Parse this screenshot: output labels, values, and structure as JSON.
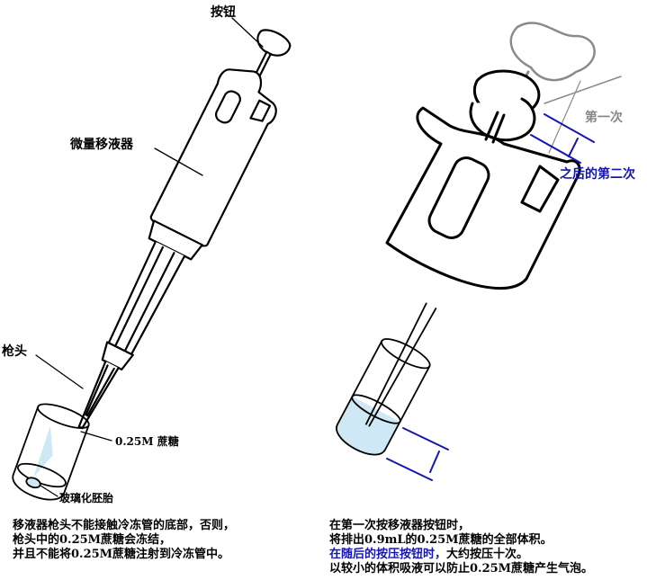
{
  "labels": {
    "button": "按钮",
    "micropipette": "微量移液器",
    "tip": "枪头",
    "sucrose": "0.25M 蔗糖",
    "embryo": "玻璃化胚胎",
    "first": "第一次",
    "second": "之后的第二次"
  },
  "captions": {
    "left": [
      "移液器枪头不能接触冷冻管的底部，否则，",
      "枪头中的0.25M蔗糖会冻结，",
      "并且不能将0.25M蔗糖注射到冷冻管中。"
    ],
    "right": [
      "在第一次按移液器按钮时，",
      "将排出0.9mL的0.25M蔗糖的全部体积。",
      "在随后的按压按钮时，",
      "大约按压十次。",
      "以较小的体积吸液可以防止0.25M蔗糖产生气泡。"
    ]
  },
  "colors": {
    "line": "#000000",
    "accent": "#1515b0",
    "ghost": "#8a8a8a",
    "liquid": "#cfe8f5"
  }
}
